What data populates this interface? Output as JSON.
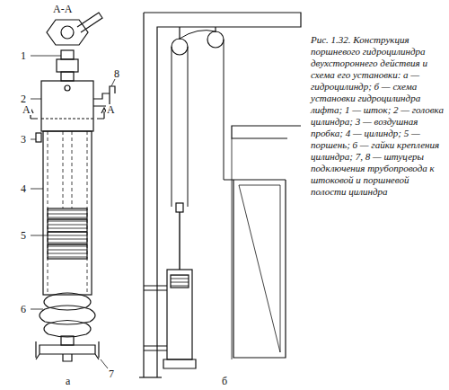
{
  "diagram": {
    "caption": "Рис. 1.32. Конструкция поршневого гидроцилиндра двухстороннего действия и схема его установки: а — гидроцилиндр; б — схема установки гидроцилиндра лифта; 1 — шток; 2 — головка цилиндра; 3 — воздушная пробка; 4 — цилиндр; 5 — поршень; 6 — гайки крепления цилиндра; 7, 8 — штуцеры подключения трубопровода к штоковой и поршневой полости цилиндра",
    "labels": [
      "А-А",
      "А",
      "А",
      "1",
      "2",
      "3",
      "4",
      "5",
      "6",
      "7",
      "8",
      "а",
      "б"
    ]
  }
}
